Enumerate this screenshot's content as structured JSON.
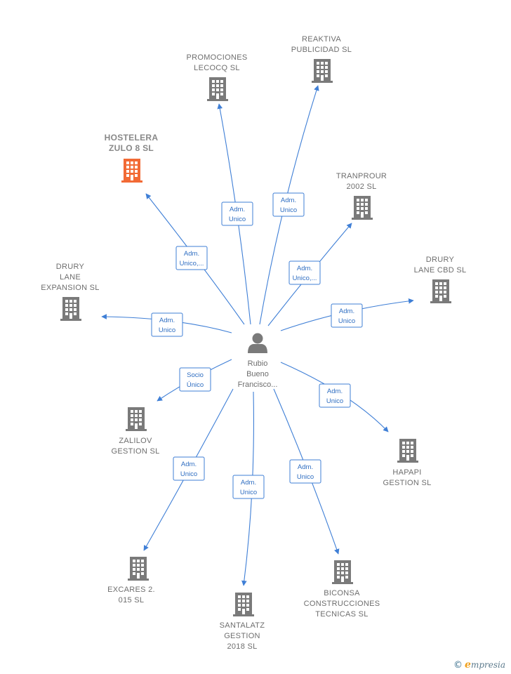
{
  "center": {
    "name_lines": [
      "Rubio",
      "Bueno",
      "Francisco..."
    ],
    "icon": "person-icon"
  },
  "companies": [
    {
      "id": "promociones-lecocq",
      "lines": [
        "PROMOCIONES",
        "LECOCQ SL"
      ],
      "highlight": false,
      "icon": "building-icon"
    },
    {
      "id": "reaktiva",
      "lines": [
        "REAKTIVA",
        "PUBLICIDAD SL"
      ],
      "highlight": false,
      "icon": "building-icon"
    },
    {
      "id": "hostelera-zulo",
      "lines": [
        "HOSTELERA",
        "ZULO 8  SL"
      ],
      "highlight": true,
      "icon": "building-icon"
    },
    {
      "id": "tranprour",
      "lines": [
        "TRANPROUR",
        "2002 SL"
      ],
      "highlight": false,
      "icon": "building-icon"
    },
    {
      "id": "drury-lane-cbd",
      "lines": [
        "DRURY",
        "LANE CBD  SL"
      ],
      "highlight": false,
      "icon": "building-icon"
    },
    {
      "id": "drury-lane-expansion",
      "lines": [
        "DRURY",
        "LANE",
        "EXPANSION  SL"
      ],
      "highlight": false,
      "icon": "building-icon"
    },
    {
      "id": "zalilov",
      "lines": [
        "ZALILOV",
        "GESTION  SL"
      ],
      "highlight": false,
      "icon": "building-icon"
    },
    {
      "id": "hapapi",
      "lines": [
        "HAPAPI",
        "GESTION  SL"
      ],
      "highlight": false,
      "icon": "building-icon"
    },
    {
      "id": "excares",
      "lines": [
        "EXCARES 2.",
        "015 SL"
      ],
      "highlight": false,
      "icon": "building-icon"
    },
    {
      "id": "santalatz",
      "lines": [
        "SANTALATZ",
        "GESTION",
        "2018  SL"
      ],
      "highlight": false,
      "icon": "building-icon"
    },
    {
      "id": "biconsa",
      "lines": [
        "BICONSA",
        "CONSTRUCCIONES",
        "TECNICAS  SL"
      ],
      "highlight": false,
      "icon": "building-icon"
    }
  ],
  "edges": [
    {
      "target": "promociones-lecocq",
      "label": [
        "Adm.",
        "Unico"
      ]
    },
    {
      "target": "reaktiva",
      "label": [
        "Adm.",
        "Unico"
      ]
    },
    {
      "target": "hostelera-zulo",
      "label": [
        "Adm.",
        "Unico,..."
      ]
    },
    {
      "target": "tranprour",
      "label": [
        "Adm.",
        "Unico,..."
      ]
    },
    {
      "target": "drury-lane-cbd",
      "label": [
        "Adm.",
        "Unico"
      ]
    },
    {
      "target": "drury-lane-expansion",
      "label": [
        "Adm.",
        "Unico"
      ]
    },
    {
      "target": "zalilov",
      "label": [
        "Socio",
        "Único"
      ]
    },
    {
      "target": "hapapi",
      "label": [
        "Adm.",
        "Unico"
      ]
    },
    {
      "target": "excares",
      "label": [
        "Adm.",
        "Unico"
      ]
    },
    {
      "target": "santalatz",
      "label": [
        "Adm.",
        "Unico"
      ]
    },
    {
      "target": "biconsa",
      "label": [
        "Adm.",
        "Unico"
      ]
    }
  ],
  "colors": {
    "edge": "#3f7fd6",
    "building": "#7a7a7a",
    "building_highlight": "#f26a35",
    "person": "#7a7a7a"
  },
  "footer": {
    "copyright": "©",
    "brand_first": "e",
    "brand_rest": "mpresia"
  }
}
